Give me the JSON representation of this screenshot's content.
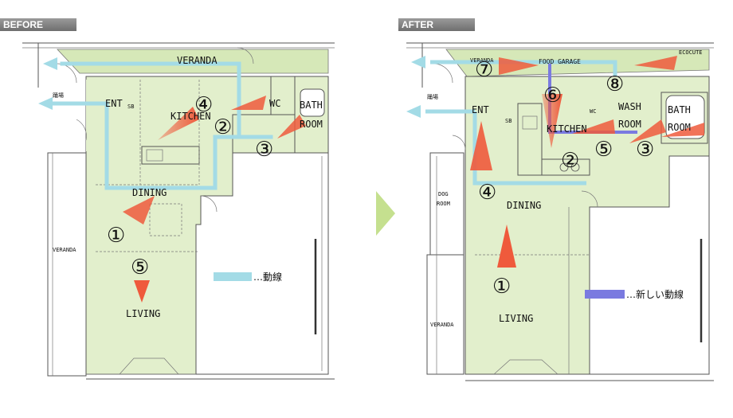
{
  "before": {
    "tag": "BEFORE",
    "labels": {
      "veranda_top": "VERANDA",
      "ent": "ENT",
      "entrance_jp": "踊場",
      "sb": "SB",
      "kitchen": "KITCHEN",
      "wc": "WC",
      "bath": "BATH",
      "room": "ROOM",
      "dining": "DINING",
      "living": "LIVING",
      "veranda_left": "VERANDA"
    },
    "numbers": [
      "④",
      "②",
      "③",
      "①",
      "⑤"
    ],
    "legend": "…動線"
  },
  "after": {
    "tag": "AFTER",
    "labels": {
      "veranda_top": "VERANDA",
      "food_garage": "FOOD GARAGE",
      "ecocute": "ECOCUTE",
      "ent": "ENT",
      "entrance_jp": "踊場",
      "sb": "SB",
      "kitchen": "KITCHEN",
      "wc": "WC",
      "wash": "WASH",
      "wash_room": "ROOM",
      "bath": "BATH",
      "bath_room": "ROOM",
      "dog": "DOG",
      "dog_room": "ROOM",
      "dining": "DINING",
      "living": "LIVING",
      "veranda_left": "VERANDA"
    },
    "numbers": [
      "⑦",
      "⑥",
      "⑧",
      "②",
      "⑤",
      "③",
      "④",
      "①"
    ],
    "legend": "…新しい動線"
  },
  "colors": {
    "floor": "#e2efcc",
    "veranda": "#d6e8b8",
    "flow": "#a3dbe6",
    "new_flow": "#7a7ae0",
    "arrow": "#ef5a3c",
    "chevron": "#c5e08f"
  }
}
